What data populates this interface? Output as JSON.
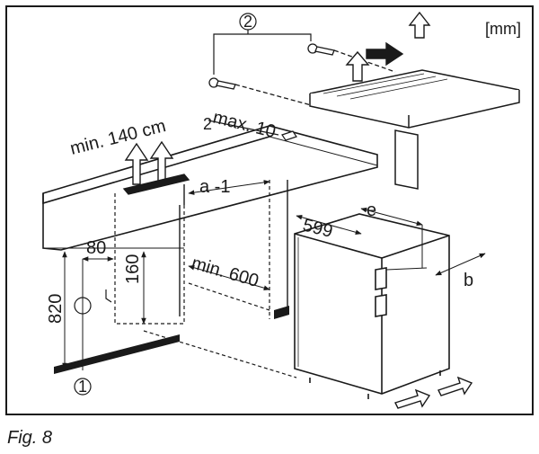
{
  "figure": {
    "unit_label": "[mm]",
    "caption": "Fig. 8",
    "callouts": {
      "screws": "2",
      "water_connection": "1"
    },
    "dimensions": {
      "ventilation": "min. 140 cm",
      "ventilation_superscript": "2",
      "max_gap": "max. 10",
      "a_minus_1": "a -1",
      "min_width": "min. 600",
      "offset_80": "80",
      "offset_160": "160",
      "height_820": "820",
      "appliance_width": "599",
      "e": "e",
      "b": "b"
    }
  }
}
